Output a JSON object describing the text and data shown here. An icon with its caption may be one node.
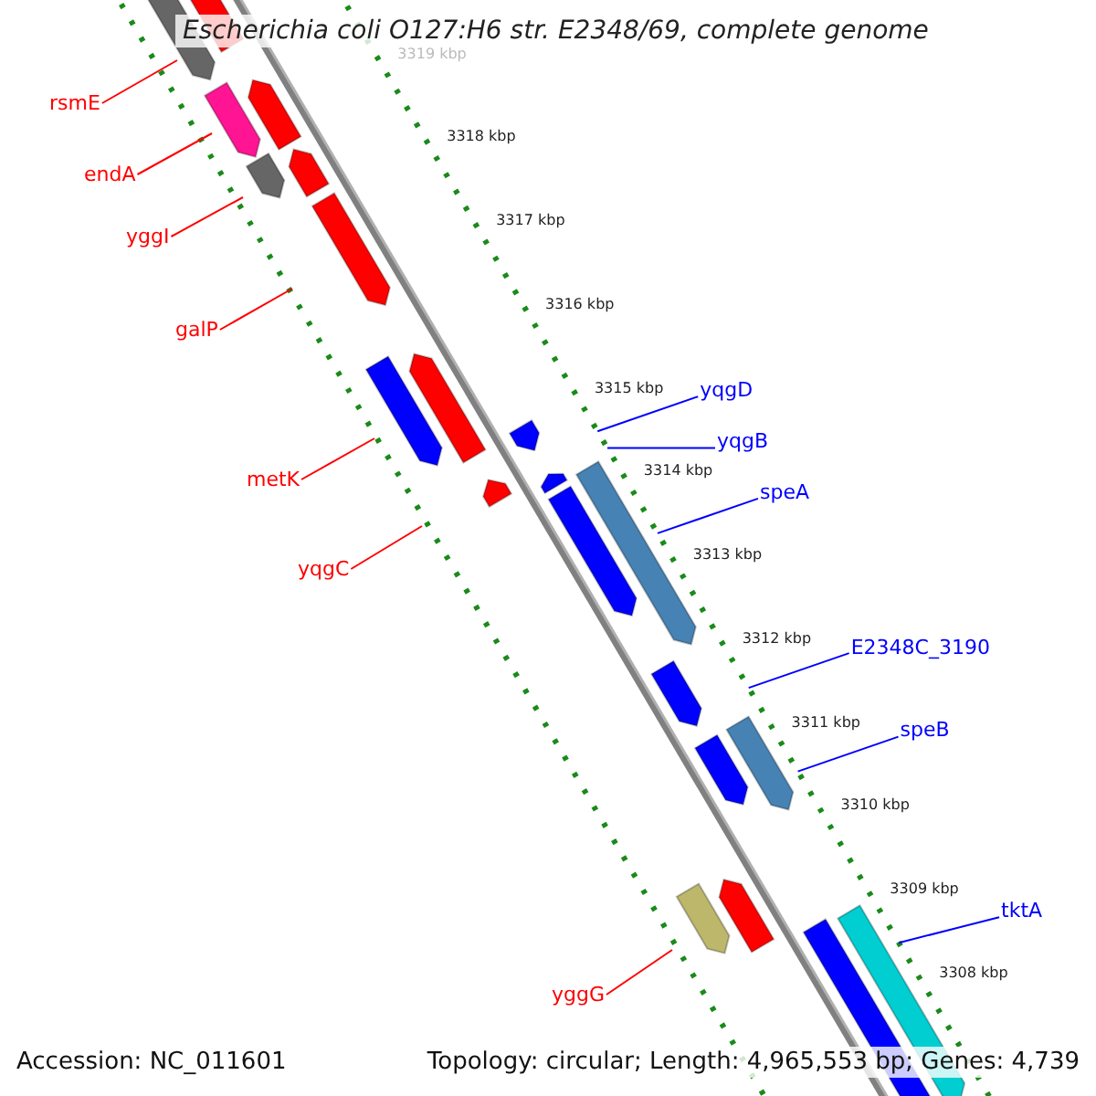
{
  "diagram": {
    "title": "Escherichia coli O127:H6 str. E2348/69, complete genome",
    "nodes": [
      {
        "text": [
          "rsmE"
        ]
      },
      {
        "text": [
          "endA"
        ]
      },
      {
        "text": [
          "yggI"
        ]
      },
      {
        "text": [
          "galP"
        ]
      },
      {
        "text": [
          "metK"
        ]
      },
      {
        "text": [
          "yqgC"
        ]
      },
      {
        "text": [
          "yggG"
        ]
      },
      {
        "text": [
          "yqgD"
        ]
      },
      {
        "text": [
          "yqgB"
        ]
      },
      {
        "text": [
          "speA"
        ]
      },
      {
        "text": [
          "E2348C_3190"
        ]
      },
      {
        "text": [
          "speB"
        ]
      },
      {
        "text": [
          "tktA"
        ]
      }
    ],
    "edges": [
      {
        "from": 0,
        "to": null,
        "arrow": "none"
      },
      {
        "from": 1,
        "to": null,
        "arrow": "none"
      },
      {
        "from": 2,
        "to": null,
        "arrow": "none"
      },
      {
        "from": 3,
        "to": null,
        "arrow": "none"
      },
      {
        "from": 4,
        "to": null,
        "arrow": "none"
      },
      {
        "from": 5,
        "to": null,
        "arrow": "none"
      },
      {
        "from": 6,
        "to": null,
        "arrow": "none"
      },
      {
        "from": 7,
        "to": null,
        "arrow": "none",
        "color": "#0000ff"
      },
      {
        "from": 8,
        "to": null,
        "arrow": "none",
        "color": "#0000ff"
      },
      {
        "from": 9,
        "to": null,
        "arrow": "none",
        "color": "#0000ff"
      },
      {
        "from": 10,
        "to": null,
        "arrow": "none",
        "color": "#0000ff"
      },
      {
        "from": 11,
        "to": null,
        "arrow": "none",
        "color": "#0000ff"
      },
      {
        "from": 12,
        "to": null,
        "arrow": "none",
        "color": "#0000ff"
      }
    ],
    "labels": [
      "3319 kbp",
      "3318 kbp",
      "3317 kbp",
      "3316 kbp",
      "3315 kbp",
      "3314 kbp",
      "3313 kbp",
      "3312 kbp",
      "3311 kbp",
      "3310 kbp",
      "3309 kbp",
      "3308 kbp",
      "Accession: NC_011601",
      "Topology: circular; Length: 4,965,553 bp; Genes: 4,739"
    ]
  }
}
